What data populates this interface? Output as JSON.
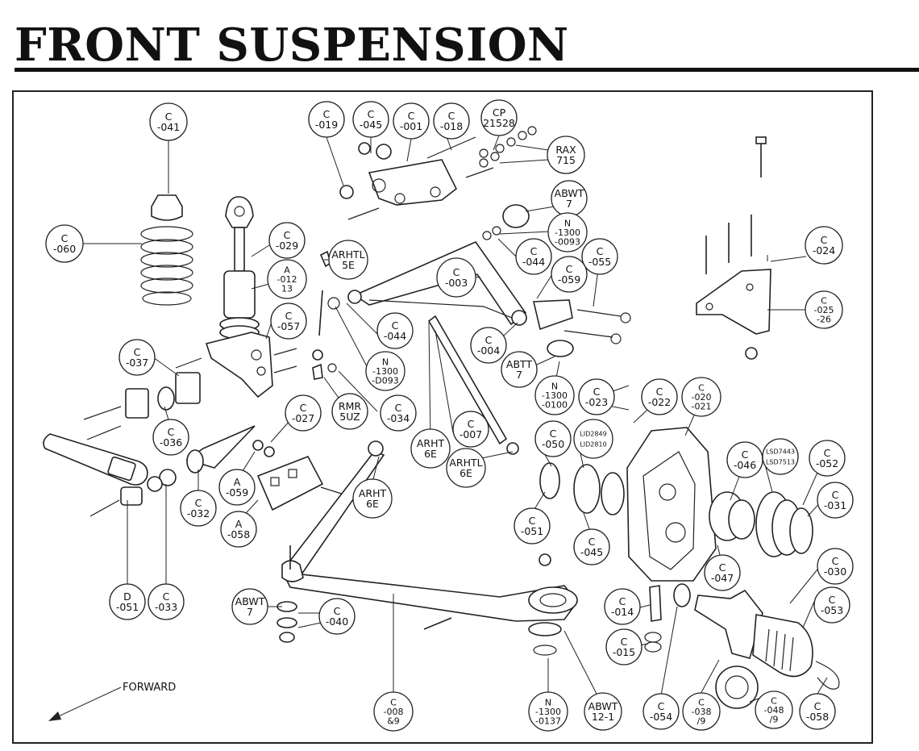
{
  "title": "FRONT SUSPENSION",
  "forward_label": "FORWARD",
  "callouts": [
    {
      "id": "c041",
      "lines": [
        "C",
        "-041"
      ]
    },
    {
      "id": "c060",
      "lines": [
        "C",
        "-060"
      ]
    },
    {
      "id": "c019",
      "lines": [
        "C",
        "-019"
      ]
    },
    {
      "id": "c045a",
      "lines": [
        "C",
        "-045"
      ]
    },
    {
      "id": "c001",
      "lines": [
        "C",
        "-001"
      ]
    },
    {
      "id": "c018",
      "lines": [
        "C",
        "-018"
      ]
    },
    {
      "id": "cp21528",
      "lines": [
        "CP",
        "21528"
      ]
    },
    {
      "id": "rax715",
      "lines": [
        "RAX",
        "715"
      ]
    },
    {
      "id": "abwt7a",
      "lines": [
        "ABWT",
        "7"
      ]
    },
    {
      "id": "n1300_0093",
      "lines": [
        "N",
        "-1300",
        "-0093"
      ]
    },
    {
      "id": "c024",
      "lines": [
        "C",
        "-024"
      ]
    },
    {
      "id": "c025",
      "lines": [
        "C",
        "-025",
        "-26"
      ]
    },
    {
      "id": "c029",
      "lines": [
        "C",
        "-029"
      ]
    },
    {
      "id": "arhtl5e",
      "lines": [
        "ARHTL",
        "5E"
      ]
    },
    {
      "id": "c044a",
      "lines": [
        "C",
        "-044"
      ]
    },
    {
      "id": "c055",
      "lines": [
        "C",
        "-055"
      ]
    },
    {
      "id": "a012",
      "lines": [
        "A",
        "-012",
        "13"
      ]
    },
    {
      "id": "c003",
      "lines": [
        "C",
        "-003"
      ]
    },
    {
      "id": "c059a",
      "lines": [
        "C",
        "-059"
      ]
    },
    {
      "id": "c057",
      "lines": [
        "C",
        "-057"
      ]
    },
    {
      "id": "c044b",
      "lines": [
        "C",
        "-044"
      ]
    },
    {
      "id": "c004",
      "lines": [
        "C",
        "-004"
      ]
    },
    {
      "id": "c037",
      "lines": [
        "C",
        "-037"
      ]
    },
    {
      "id": "n1300_d093",
      "lines": [
        "N",
        "-1300",
        "-D093"
      ]
    },
    {
      "id": "abtt7",
      "lines": [
        "ABTT",
        "7"
      ]
    },
    {
      "id": "n1300_0100",
      "lines": [
        "N",
        "-1300",
        "-0100"
      ]
    },
    {
      "id": "c023",
      "lines": [
        "C",
        "-023"
      ]
    },
    {
      "id": "c022",
      "lines": [
        "C",
        "-022"
      ]
    },
    {
      "id": "c020",
      "lines": [
        "C",
        "-020",
        "-021"
      ]
    },
    {
      "id": "rmr5uz",
      "lines": [
        "RMR",
        "5UZ"
      ]
    },
    {
      "id": "c034",
      "lines": [
        "C",
        "-034"
      ]
    },
    {
      "id": "c027",
      "lines": [
        "C",
        "-027"
      ]
    },
    {
      "id": "c007",
      "lines": [
        "C",
        "-007"
      ]
    },
    {
      "id": "c050",
      "lines": [
        "C",
        "-050"
      ]
    },
    {
      "id": "lid2849",
      "lines": [
        "LID2849",
        "LID2810"
      ]
    },
    {
      "id": "c036",
      "lines": [
        "C",
        "-036"
      ]
    },
    {
      "id": "arht6e_a",
      "lines": [
        "ARHT",
        "6E"
      ]
    },
    {
      "id": "arhtl6e",
      "lines": [
        "ARHTL",
        "6E"
      ]
    },
    {
      "id": "c046",
      "lines": [
        "C",
        "-046"
      ]
    },
    {
      "id": "lsd7443",
      "lines": [
        "LSD7443",
        "LSD7513"
      ]
    },
    {
      "id": "c052",
      "lines": [
        "C",
        "-052"
      ]
    },
    {
      "id": "a059",
      "lines": [
        "A",
        "-059"
      ]
    },
    {
      "id": "c032",
      "lines": [
        "C",
        "-032"
      ]
    },
    {
      "id": "arht6e_b",
      "lines": [
        "ARHT",
        "6E"
      ]
    },
    {
      "id": "c031",
      "lines": [
        "C",
        "-031"
      ]
    },
    {
      "id": "a058",
      "lines": [
        "A",
        "-058"
      ]
    },
    {
      "id": "c051",
      "lines": [
        "C",
        "-051"
      ]
    },
    {
      "id": "c045b",
      "lines": [
        "C",
        "-045"
      ]
    },
    {
      "id": "c030",
      "lines": [
        "C",
        "-030"
      ]
    },
    {
      "id": "c047",
      "lines": [
        "C",
        "-047"
      ]
    },
    {
      "id": "d051",
      "lines": [
        "D",
        "-051"
      ]
    },
    {
      "id": "c033",
      "lines": [
        "C",
        "-033"
      ]
    },
    {
      "id": "abwt7b",
      "lines": [
        "ABWT",
        "7"
      ]
    },
    {
      "id": "c040",
      "lines": [
        "C",
        "-040"
      ]
    },
    {
      "id": "c014",
      "lines": [
        "C",
        "-014"
      ]
    },
    {
      "id": "c053",
      "lines": [
        "C",
        "-053"
      ]
    },
    {
      "id": "c015",
      "lines": [
        "C",
        "-015"
      ]
    },
    {
      "id": "c008",
      "lines": [
        "C",
        "-008",
        "&9"
      ]
    },
    {
      "id": "n1300_0137",
      "lines": [
        "N",
        "-1300",
        "-0137"
      ]
    },
    {
      "id": "abwt12",
      "lines": [
        "ABWT",
        "12-1"
      ]
    },
    {
      "id": "c054",
      "lines": [
        "C",
        "-054"
      ]
    },
    {
      "id": "c038",
      "lines": [
        "C",
        "-038",
        "/9"
      ]
    },
    {
      "id": "c048",
      "lines": [
        "C",
        "-048",
        "/9"
      ]
    },
    {
      "id": "c058",
      "lines": [
        "C",
        "-058"
      ]
    }
  ]
}
